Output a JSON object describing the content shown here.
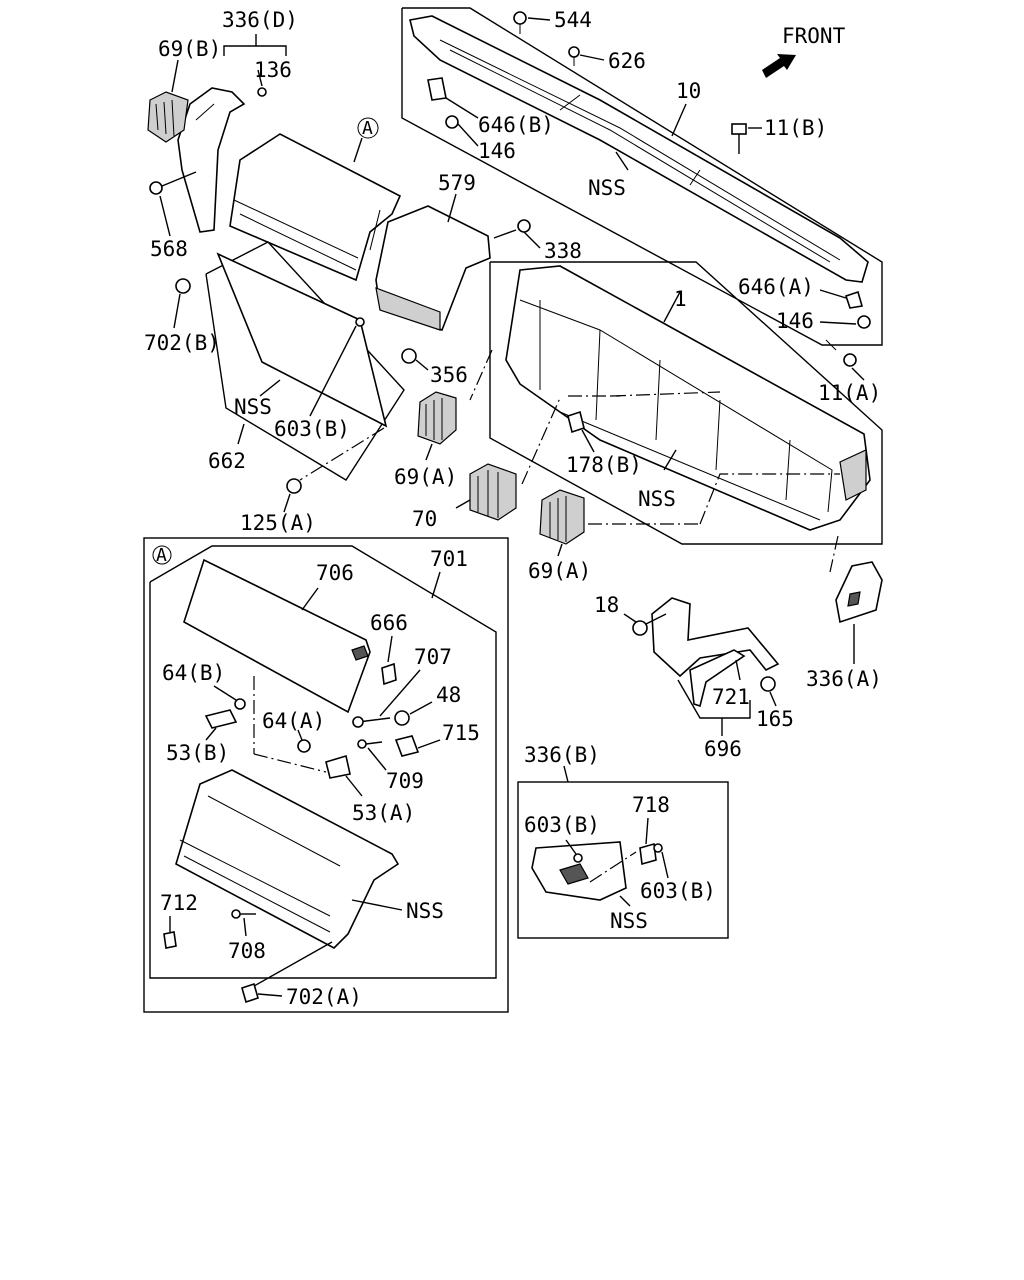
{
  "front_label": "FRONT",
  "labels": {
    "l336D": "336(D)",
    "l69B": "69(B)",
    "l136": "136",
    "l544": "544",
    "l626": "626",
    "l10": "10",
    "l11B": "11(B)",
    "l646B": "646(B)",
    "l146a": "146",
    "lNSS1": "NSS",
    "lA1": "A",
    "l579": "579",
    "l338": "338",
    "l568": "568",
    "l702B": "702(B)",
    "l1": "1",
    "l646A": "646(A)",
    "l146b": "146",
    "l11A": "11(A)",
    "l356": "356",
    "lNSS2": "NSS",
    "l603B1": "603(B)",
    "l662": "662",
    "l69A1": "69(A)",
    "l178B": "178(B)",
    "lNSS3": "NSS",
    "l70": "70",
    "l125A": "125(A)",
    "l69A2": "69(A)",
    "l18": "18",
    "l336A": "336(A)",
    "l721": "721",
    "l165": "165",
    "l696": "696",
    "lA2": "A",
    "l706": "706",
    "l701": "701",
    "l666": "666",
    "l707": "707",
    "l64B": "64(B)",
    "l48": "48",
    "l64A": "64(A)",
    "l715": "715",
    "l53B": "53(B)",
    "l709": "709",
    "l53A": "53(A)",
    "lNSS4": "NSS",
    "l712": "712",
    "l708": "708",
    "l702A": "702(A)",
    "l336B": "336(B)",
    "l718": "718",
    "l603B2": "603(B)",
    "l603B3": "603(B)",
    "lNSS5": "NSS"
  }
}
